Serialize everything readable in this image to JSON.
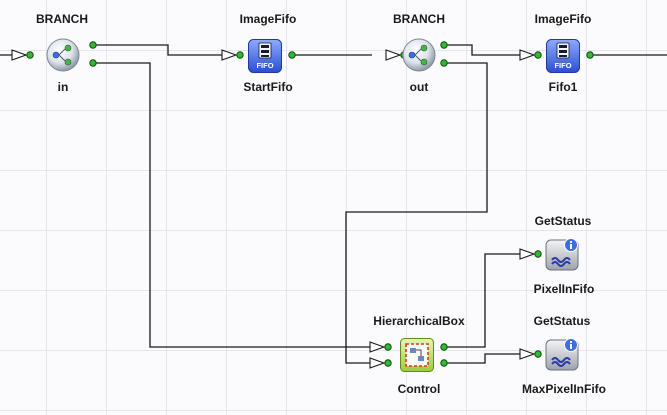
{
  "nodes": [
    {
      "id": "in_branch",
      "type": "BRANCH",
      "name": "in",
      "icon": "branch-icon"
    },
    {
      "id": "startfifo",
      "type": "ImageFifo",
      "name": "StartFifo",
      "icon": "fifo-icon"
    },
    {
      "id": "out_branch",
      "type": "BRANCH",
      "name": "out",
      "icon": "branch-icon"
    },
    {
      "id": "fifo1",
      "type": "ImageFifo",
      "name": "Fifo1",
      "icon": "fifo-icon"
    },
    {
      "id": "pixelinfifo",
      "type": "GetStatus",
      "name": "PixelInFifo",
      "icon": "getstatus-icon"
    },
    {
      "id": "control",
      "type": "HierarchicalBox",
      "name": "Control",
      "icon": "hierarchical-box-icon"
    },
    {
      "id": "maxpixelinfifo",
      "type": "GetStatus",
      "name": "MaxPixelInFifo",
      "icon": "getstatus-icon"
    }
  ],
  "fifo_badge": "FIFO",
  "colors": {
    "wire": "#1a1a1a",
    "port_fill": "#33b833",
    "grid": "#e3e6ee",
    "fifo_blue": "#4a6fe0",
    "control_green": "#b8e06a"
  }
}
